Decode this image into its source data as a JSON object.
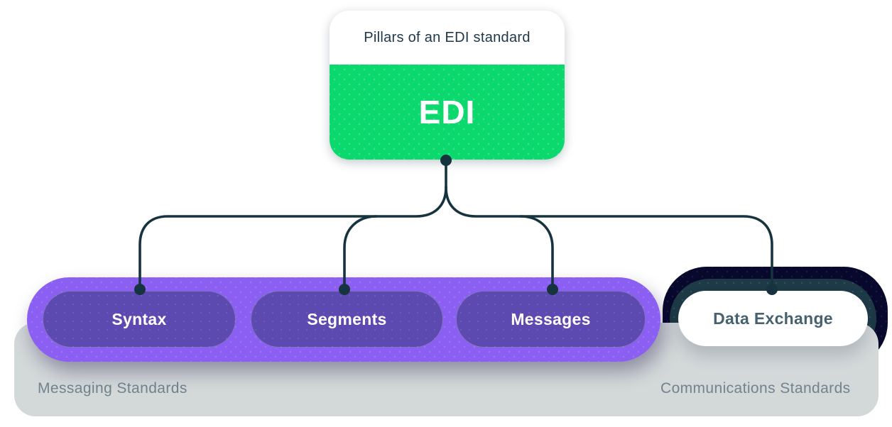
{
  "diagram": {
    "card": {
      "header": "Pillars of an EDI standard",
      "title": "EDI"
    },
    "pills": [
      {
        "label": "Syntax"
      },
      {
        "label": "Segments"
      },
      {
        "label": "Messages"
      },
      {
        "label": "Data Exchange"
      }
    ],
    "groups": {
      "messaging": "Messaging Standards",
      "communications": "Communications Standards"
    }
  },
  "colors": {
    "green": "#0bd96e",
    "line": "#16333f",
    "header_text": "#1d3749",
    "purple": "#8b5ff2",
    "pill": "#5c4ab0",
    "gray": "#d3d8d9",
    "label": "#72838d",
    "blob": "#08082c",
    "teal": "#1e3a46",
    "white_pill_text": "#47626f"
  }
}
